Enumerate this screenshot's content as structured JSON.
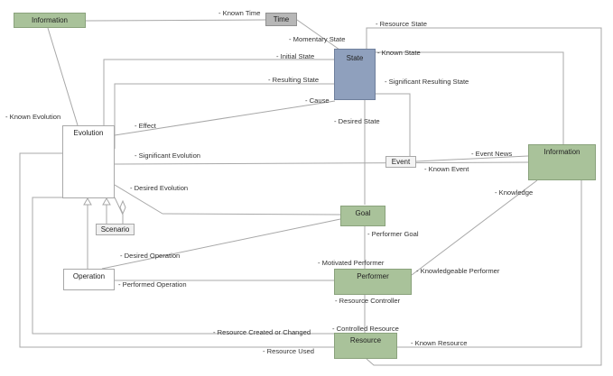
{
  "nodes": {
    "information_top": "Information",
    "time": "Time",
    "state": "State",
    "evolution": "Evolution",
    "event": "Event",
    "information_right": "Information",
    "scenario": "Scenario",
    "goal": "Goal",
    "operation": "Operation",
    "performer": "Performer",
    "resource": "Resource"
  },
  "relations": {
    "known_time": "- Known Time",
    "resource_state": "- Resource State",
    "momentary_state": "- Momentary State",
    "initial_state": "- Initial State",
    "known_state": "- Known State",
    "resulting_state": "- Resulting State",
    "significant_resulting_state": "- Significant Resulting State",
    "cause": "- Cause",
    "known_evolution": "- Known Evolution",
    "effect": "- Effect",
    "desired_state": "- Desired State",
    "significant_evolution": "- Significant Evolution",
    "event_news": "- Event News",
    "known_event": "- Known Event",
    "desired_evolution": "- Desired Evolution",
    "knowledge": "- Knowledge",
    "performer_goal": "- Performer Goal",
    "desired_operation": "- Desired Operation",
    "motivated_performer": "- Motivated Performer",
    "knowledgeable_performer": "- Knowledgeable Performer",
    "performed_operation": "- Performed Operation",
    "resource_controller": "- Resource Controller",
    "controlled_resource": "- Controlled Resource",
    "resource_created_or_changed": "- Resource Created or Changed",
    "known_resource": "- Known Resource",
    "resource_used": "- Resource Used"
  },
  "colors": {
    "green_box": "#a9c29a",
    "grey_box": "#b7b7b7",
    "state_box": "#8fa0bd",
    "connector": "#a8a8a8"
  }
}
